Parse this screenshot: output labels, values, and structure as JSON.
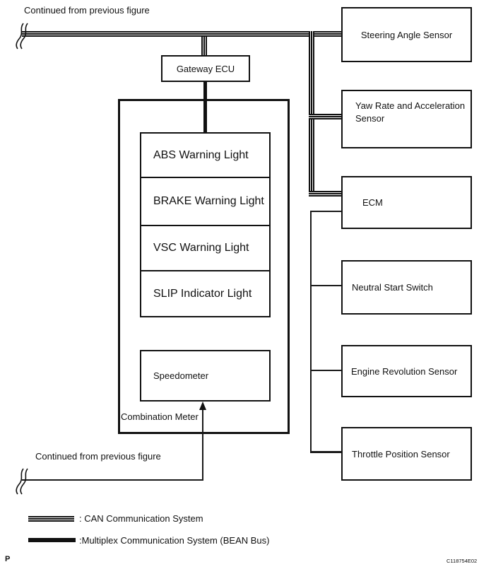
{
  "page": {
    "top_note": "Continued from previous figure",
    "bottom_note": "Continued from previous figure",
    "page_letter": "P",
    "figure_code": "C118754E02"
  },
  "nodes": {
    "gateway": "Gateway ECU",
    "combination_meter": "Combination Meter",
    "meter_items": [
      "ABS Warning Light",
      "BRAKE Warning Light",
      "VSC Warning Light",
      "SLIP Indicator Light"
    ],
    "speedometer": "Speedometer",
    "right_sensors": [
      "Steering Angle Sensor",
      "Yaw Rate and Acceleration Sensor",
      "ECM",
      "Neutral Start Switch",
      "Engine Revolution Sensor",
      "Throttle Position Sensor"
    ]
  },
  "legend": {
    "items": [
      {
        "swatch": "can-line",
        "label": ": CAN Communication System"
      },
      {
        "swatch": "bean-line",
        "label": ":Multiplex Communication System (BEAN Bus)"
      }
    ]
  },
  "colors": {
    "line": "#111111",
    "background": "#ffffff"
  }
}
